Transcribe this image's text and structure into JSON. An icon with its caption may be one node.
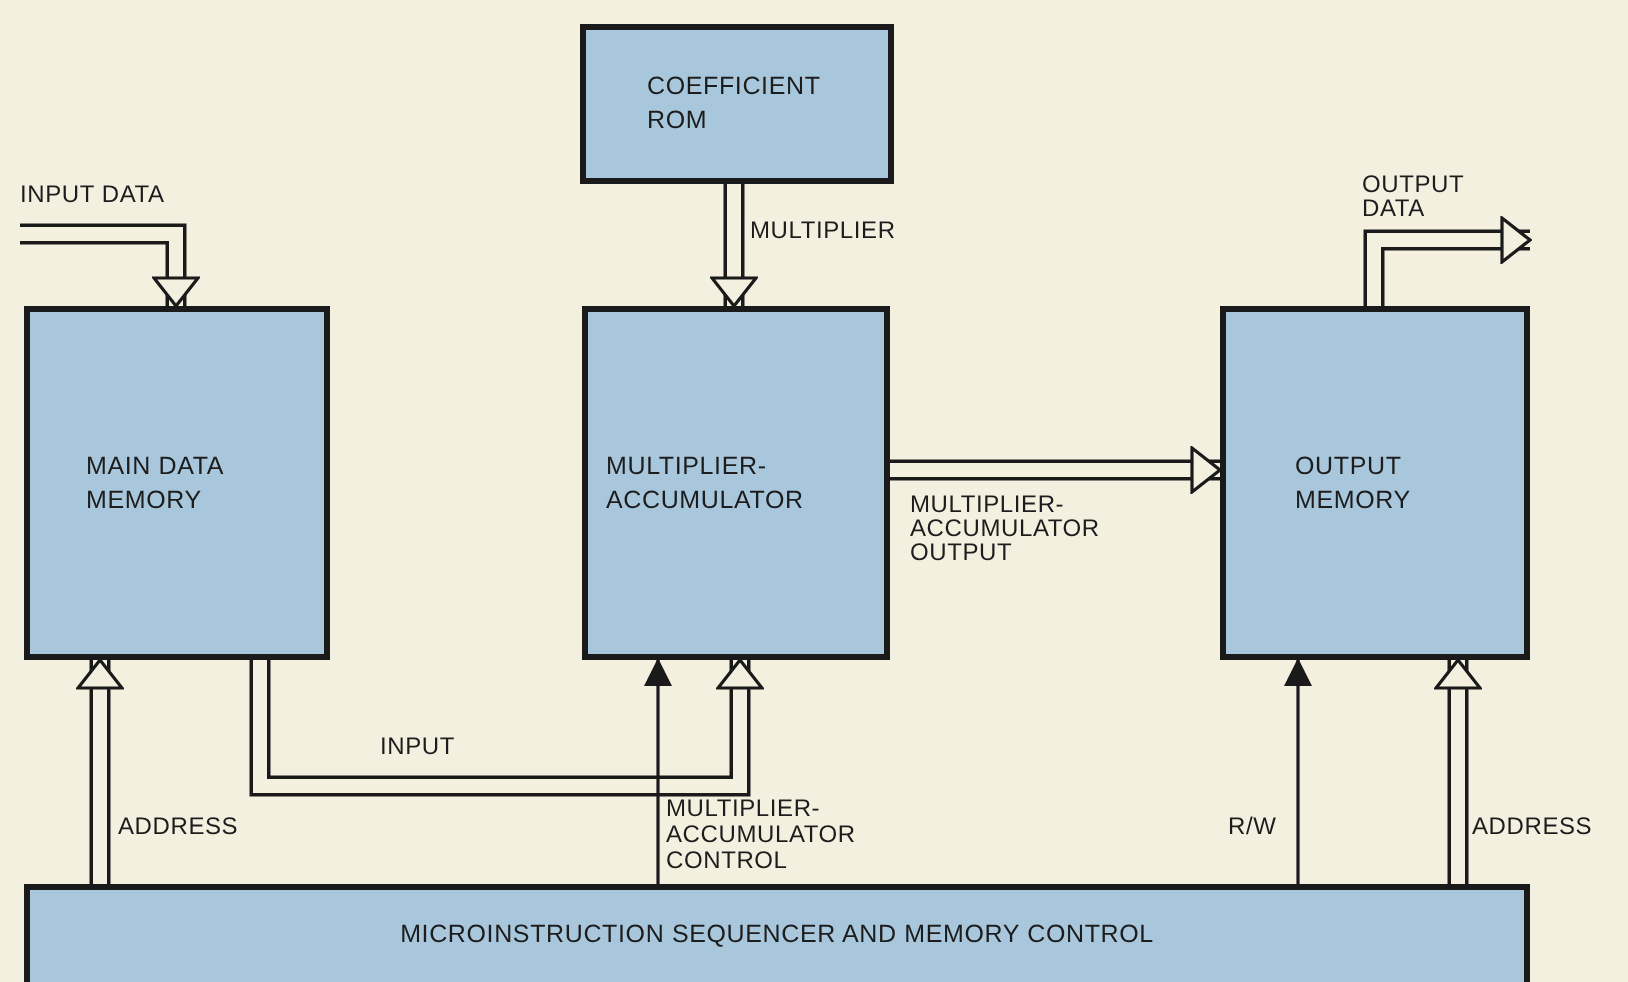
{
  "diagram": {
    "nodes": [
      {
        "text": [
          "COEFFICIENT ROM"
        ]
      },
      {
        "text": [
          "MAIN DATA MEMORY"
        ]
      },
      {
        "text": [
          "MULTIPLIER-ACCUMULATOR"
        ]
      },
      {
        "text": [
          "OUTPUT MEMORY"
        ]
      },
      {
        "text": [
          "MICROINSTRUCTION SEQUENCER AND MEMORY CONTROL"
        ]
      }
    ],
    "edges": [
      {
        "from": null,
        "to": 1,
        "arrow": "to",
        "label": "INPUT DATA"
      },
      {
        "from": 0,
        "to": 2,
        "arrow": "to",
        "label": "MULTIPLIER"
      },
      {
        "from": 2,
        "to": 3,
        "arrow": "to",
        "label": "MULTIPLIER-ACCUMULATOR OUTPUT"
      },
      {
        "from": 3,
        "to": null,
        "arrow": "to",
        "label": "OUTPUT DATA"
      },
      {
        "from": 4,
        "to": 1,
        "arrow": "to",
        "label": "ADDRESS"
      },
      {
        "from": 1,
        "to": 2,
        "arrow": "to",
        "label": "INPUT"
      },
      {
        "from": 4,
        "to": 2,
        "arrow": "to",
        "label": "MULTIPLIER-ACCUMULATOR CONTROL"
      },
      {
        "from": 4,
        "to": 3,
        "arrow": "to",
        "label": "R/W"
      },
      {
        "from": 4,
        "to": 3,
        "arrow": "to",
        "label": "ADDRESS"
      }
    ]
  }
}
